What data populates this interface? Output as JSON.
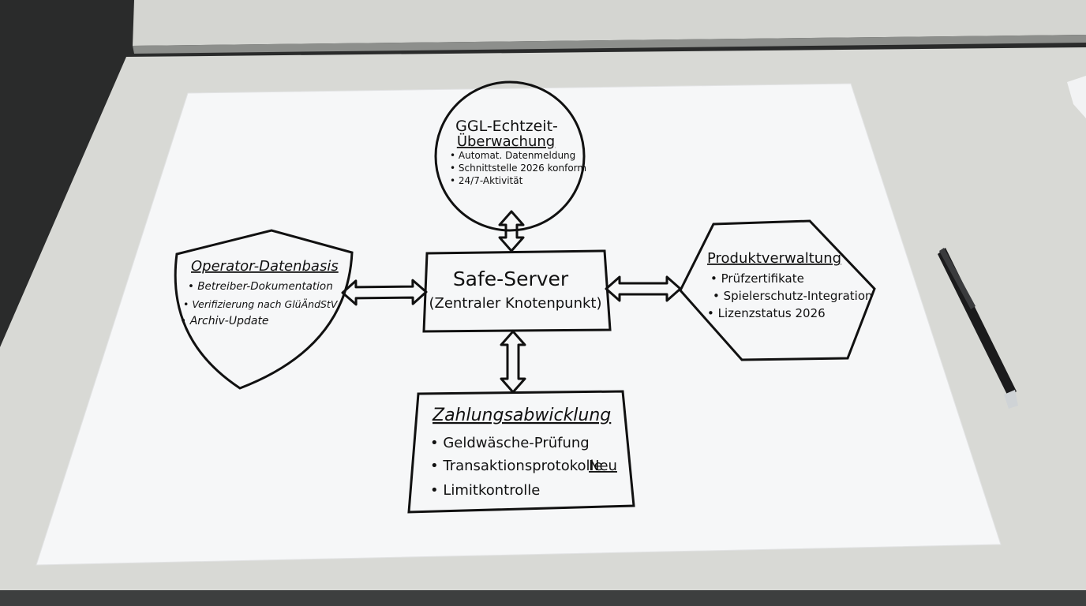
{
  "diagram": {
    "center": {
      "title": "Safe-Server",
      "subtitle": "(Zentraler Knotenpunkt)"
    },
    "top": {
      "title_line1": "GGL-Echtzeit-",
      "title_line2": "Überwachung",
      "items": [
        "• Automat. Datenmeldung",
        "• Schnittstelle 2026 konform",
        "• 24/7-Aktivität"
      ]
    },
    "left": {
      "title": "Operator-Datenbasis",
      "items": [
        "• Betreiber-Dokumentation",
        "• Verifizierung nach GlüÄndStV",
        "• Archiv-Update"
      ]
    },
    "right": {
      "title": "Produktverwaltung",
      "items": [
        "• Prüfzertifikate",
        "• Spielerschutz-Integration",
        "• Lizenzstatus 2026"
      ]
    },
    "bottom": {
      "title": "Zahlungsabwicklung",
      "items": [
        "• Geldwäsche-Prüfung",
        "• Transaktionsprotokolle",
        "• Limitkontrolle"
      ],
      "new_tag": "Neu"
    }
  },
  "colors": {
    "ink": "#111111",
    "paper": "#f6f7f8",
    "desk": "#d9dad6",
    "floor": "#2b2c2c"
  },
  "objects": {
    "pen": "pen-icon"
  }
}
